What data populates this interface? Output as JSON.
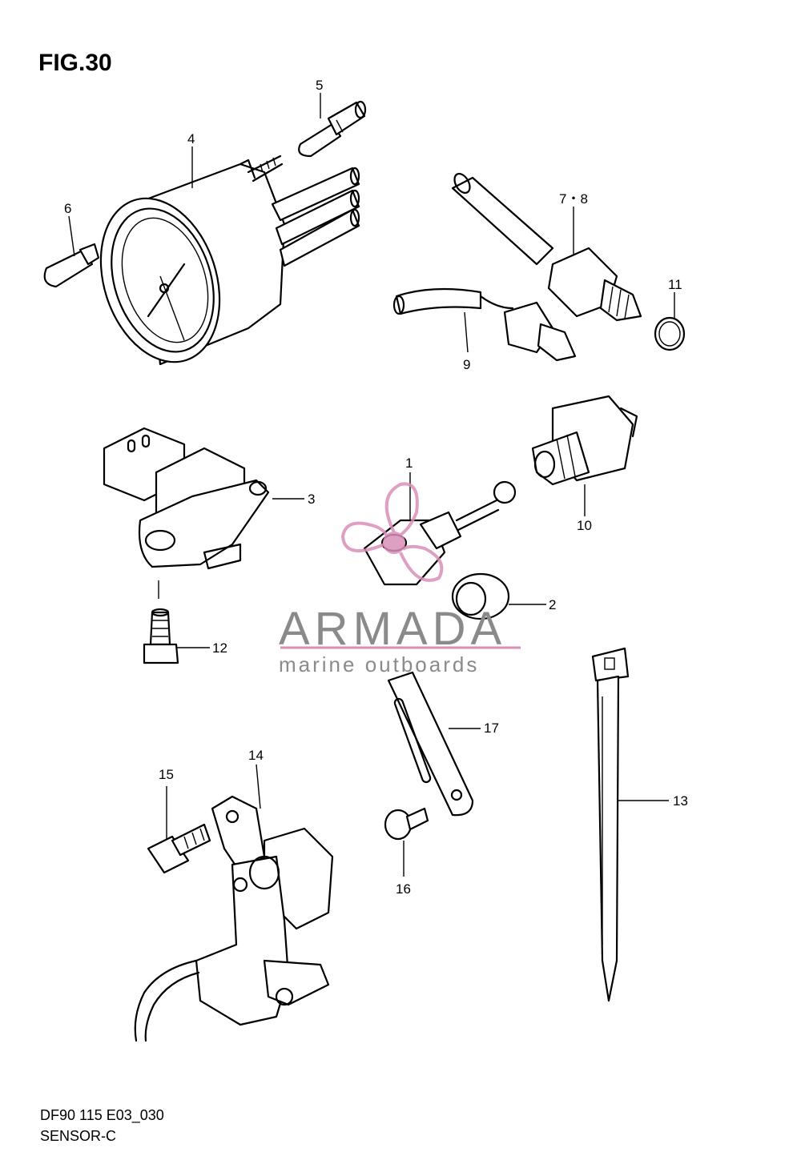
{
  "figure": {
    "title": "FIG.30",
    "code": "DF90 115 E03_030",
    "name": "SENSOR-C"
  },
  "watermark": {
    "brand": "ARMADA",
    "tagline": "marine outboards",
    "accent_color": "#d98fb8",
    "text_color": "#8a8a8a"
  },
  "callouts": {
    "c1": "1",
    "c2": "2",
    "c3": "3",
    "c4": "4",
    "c5": "5",
    "c6": "6",
    "c78": "7・8",
    "c9": "9",
    "c10": "10",
    "c11": "11",
    "c12": "12",
    "c13": "13",
    "c14": "14",
    "c15": "15",
    "c16": "16",
    "c17": "17"
  }
}
